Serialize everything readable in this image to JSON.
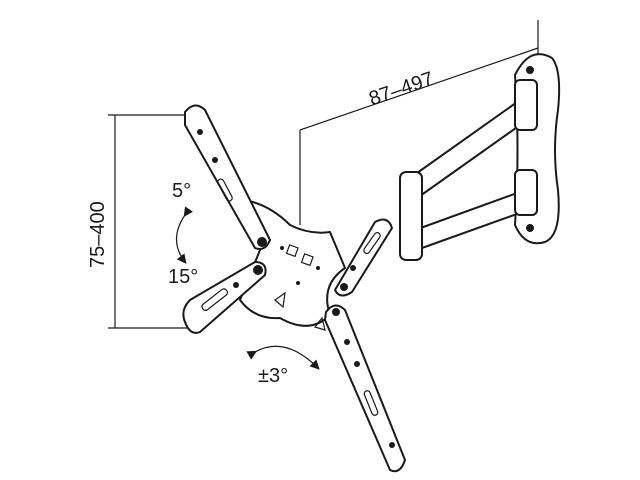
{
  "dimensions": {
    "arm_extension": "87–497",
    "vesa_range": "75–400"
  },
  "adjustments": {
    "tilt_up": "5°",
    "tilt_down": "15°",
    "rotation": "±3°"
  }
}
